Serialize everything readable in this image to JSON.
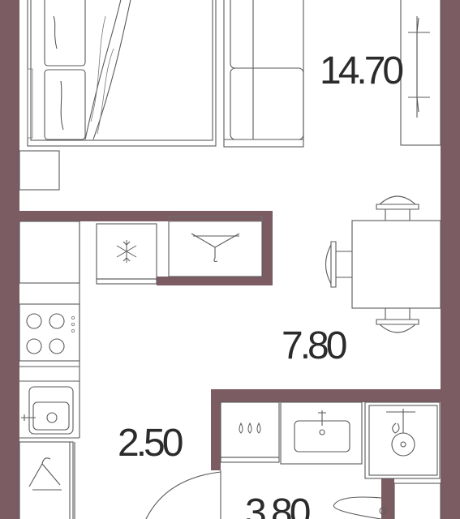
{
  "colors": {
    "wall": "#7b5c62",
    "line": "#5a5a5a",
    "background": "#ffffff"
  },
  "rooms": [
    {
      "id": "room",
      "area": "14.70"
    },
    {
      "id": "kitchen",
      "area": "7.80"
    },
    {
      "id": "hall",
      "area": "2.50"
    },
    {
      "id": "bathroom",
      "area": "3.80"
    }
  ],
  "icons": {
    "freezer": "snowflake-icon",
    "wardrobe": "hanger-icon",
    "washer": "water-drops-icon"
  }
}
